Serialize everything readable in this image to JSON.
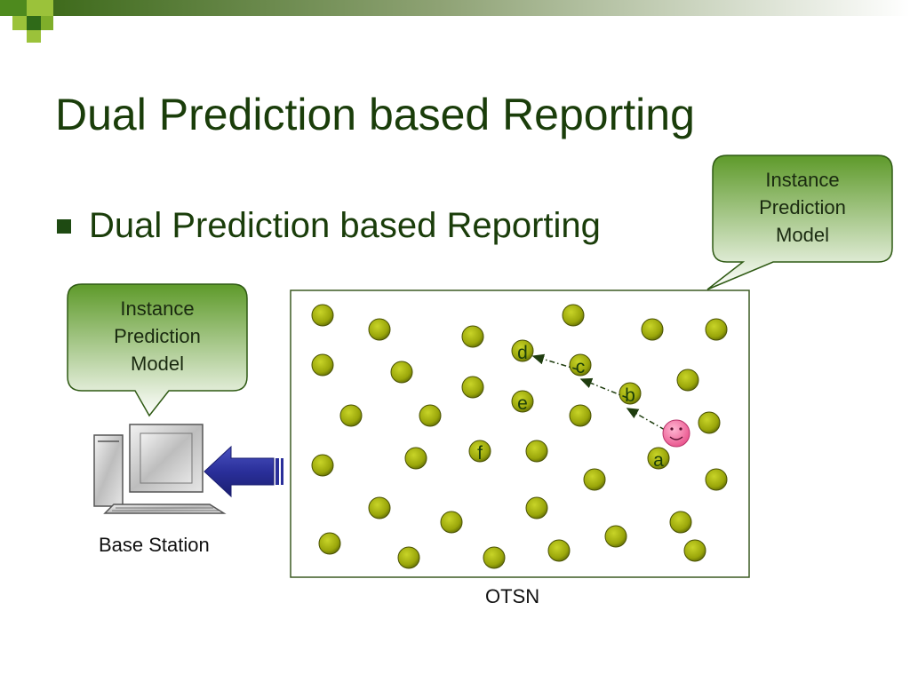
{
  "slide": {
    "title": "Dual Prediction based Reporting",
    "bullet": "Dual Prediction based Reporting"
  },
  "callouts": {
    "base_station_model": [
      "Instance",
      "Prediction",
      "Model"
    ],
    "network_model": [
      "Instance",
      "Prediction",
      "Model"
    ]
  },
  "captions": {
    "base_station": "Base Station",
    "network": "OTSN"
  },
  "node_labels": {
    "a": "a",
    "b": "b",
    "c": "c",
    "d": "d",
    "e": "e",
    "f": "f"
  },
  "icons": {
    "base_station": "computer-icon",
    "data_flow": "arrow-left-icon",
    "tracked_object": "smiley-face-icon"
  },
  "colors": {
    "title_text": "#1a3d0a",
    "sensor_node": "#9aa60a",
    "callout_top": "#5e9a2a",
    "callout_bottom": "#ffffff",
    "tracked_object": "#f06aa0",
    "arrow": "#2a2f9a"
  }
}
